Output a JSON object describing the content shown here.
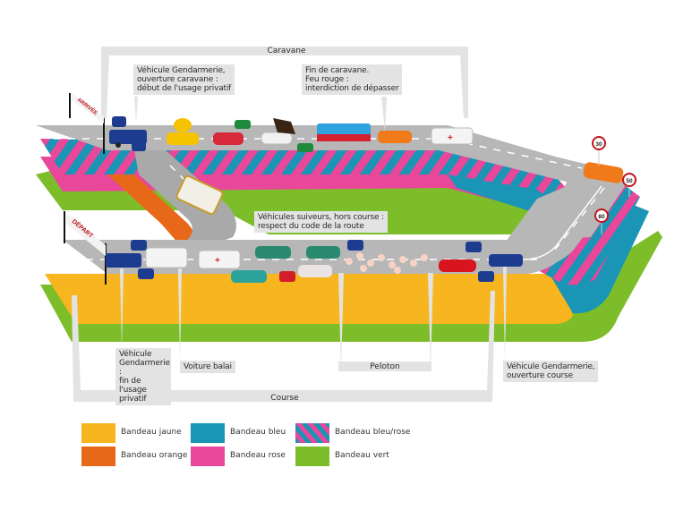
{
  "diagram": {
    "brackets": {
      "caravane": "Caravane",
      "course": "Course",
      "peloton": "Peloton"
    },
    "banners": {
      "arrivee": "ARRIVÉE",
      "depart": "DÉPART"
    },
    "callouts": {
      "caravane_opening": [
        "Véhicule Gendarmerie,",
        "ouverture caravane :",
        "début de l'usage privatif"
      ],
      "caravane_end": [
        "Fin de caravane.",
        "Feu rouge :",
        "interdiction de dépasser"
      ],
      "followers": [
        "Véhicules suiveurs, hors course :",
        "respect du code de la route"
      ],
      "gendarmerie_end": [
        "Véhicule",
        "Gendarmerie :",
        "fin de l'usage",
        "privatif"
      ],
      "broom_wagon": "Voiture balai",
      "course_opening": [
        "Véhicule Gendarmerie,",
        "ouverture course"
      ]
    },
    "speed_signs": [
      "30",
      "50",
      "80"
    ],
    "colors": {
      "road": "#b7b7b7",
      "yellow": "#f7b51f",
      "orange": "#e8681a",
      "blue": "#1a95b5",
      "pink": "#e8479a",
      "green": "#7dbd2a",
      "label_bg": "#e3e3e3",
      "sign_red": "#c0141b",
      "gendarmerie": "#1d3c8f"
    }
  },
  "legend": [
    {
      "label": "Bandeau jaune",
      "color": "#f7b51f",
      "pattern": "solid"
    },
    {
      "label": "Bandeau bleu",
      "color": "#1a95b5",
      "pattern": "solid"
    },
    {
      "label": "Bandeau bleu/rose",
      "color": "#1a95b5",
      "color2": "#e8479a",
      "pattern": "striped"
    },
    {
      "label": "Bandeau orange",
      "color": "#e8681a",
      "pattern": "solid"
    },
    {
      "label": "Bandeau rose",
      "color": "#e8479a",
      "pattern": "solid"
    },
    {
      "label": "Bandeau vert",
      "color": "#7dbd2a",
      "pattern": "solid"
    }
  ]
}
